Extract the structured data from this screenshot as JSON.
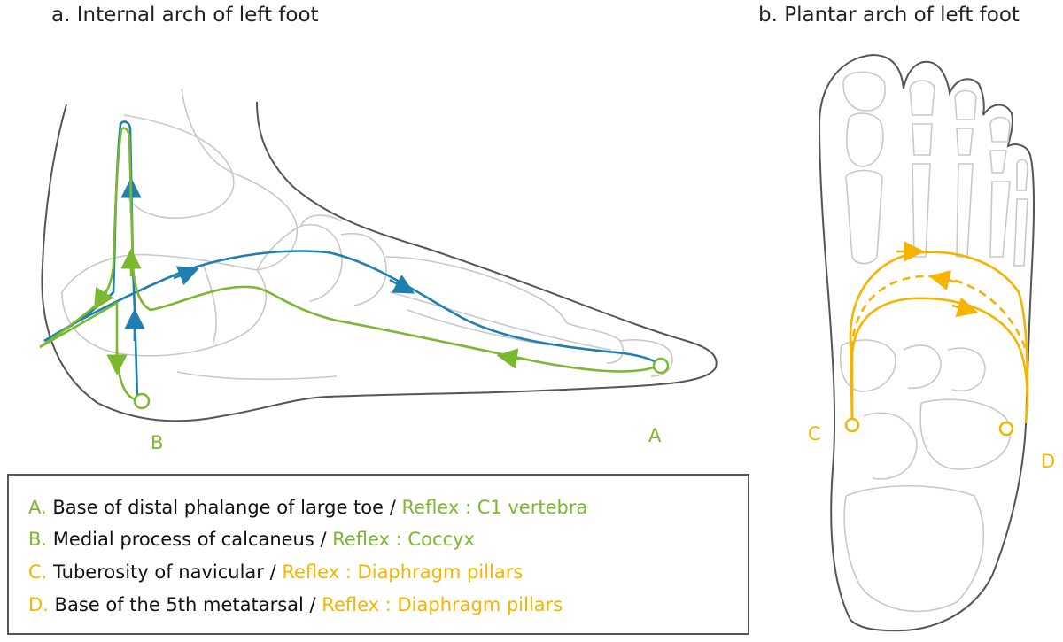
{
  "titles": {
    "a": "a. Internal arch of left foot",
    "b": "b. Plantar arch of left foot"
  },
  "points": {
    "A": "A",
    "B": "B",
    "C": "C",
    "D": "D"
  },
  "colors": {
    "green": "#7cb82f",
    "blue": "#1f7fb0",
    "orange": "#f5b400",
    "outline": "#555555",
    "bones": "#c8c8c8"
  },
  "legend": [
    {
      "letter": "A.",
      "site": "Base of distal phalange of large toe /",
      "reflex": "Reflex : C1 vertebra",
      "color": "green"
    },
    {
      "letter": "B.",
      "site": "Medial process of calcaneus /",
      "reflex": "Reflex : Coccyx",
      "color": "green"
    },
    {
      "letter": "C.",
      "site": "Tuberosity of navicular /",
      "reflex": "Reflex : Diaphragm pillars",
      "color": "orange"
    },
    {
      "letter": "D.",
      "site": "Base of the 5th metatarsal /",
      "reflex": "Reflex : Diaphragm pillars",
      "color": "orange"
    }
  ]
}
